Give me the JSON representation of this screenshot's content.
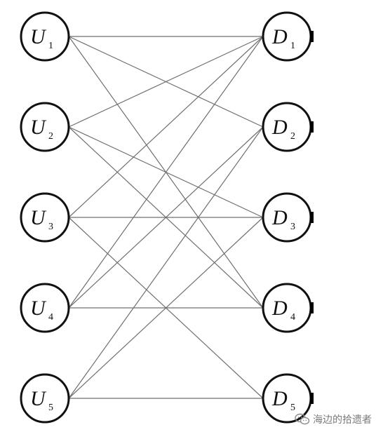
{
  "diagram": {
    "left_nodes": [
      {
        "letter": "U",
        "sub": "1"
      },
      {
        "letter": "U",
        "sub": "2"
      },
      {
        "letter": "U",
        "sub": "3"
      },
      {
        "letter": "U",
        "sub": "4"
      },
      {
        "letter": "U",
        "sub": "5"
      }
    ],
    "right_nodes": [
      {
        "letter": "D",
        "sub": "1"
      },
      {
        "letter": "D",
        "sub": "2"
      },
      {
        "letter": "D",
        "sub": "3"
      },
      {
        "letter": "D",
        "sub": "4"
      },
      {
        "letter": "D",
        "sub": "5"
      }
    ],
    "edges": [
      [
        "U1",
        "D1"
      ],
      [
        "U1",
        "D2"
      ],
      [
        "U1",
        "D4"
      ],
      [
        "U2",
        "D1"
      ],
      [
        "U2",
        "D3"
      ],
      [
        "U2",
        "D4"
      ],
      [
        "U3",
        "D1"
      ],
      [
        "U3",
        "D3"
      ],
      [
        "U3",
        "D5"
      ],
      [
        "U4",
        "D1"
      ],
      [
        "U4",
        "D2"
      ],
      [
        "U4",
        "D4"
      ],
      [
        "U5",
        "D2"
      ],
      [
        "U5",
        "D3"
      ],
      [
        "U5",
        "D5"
      ]
    ]
  },
  "watermark": {
    "text": "海边的拾遗者",
    "icon": "wechat-icon"
  }
}
